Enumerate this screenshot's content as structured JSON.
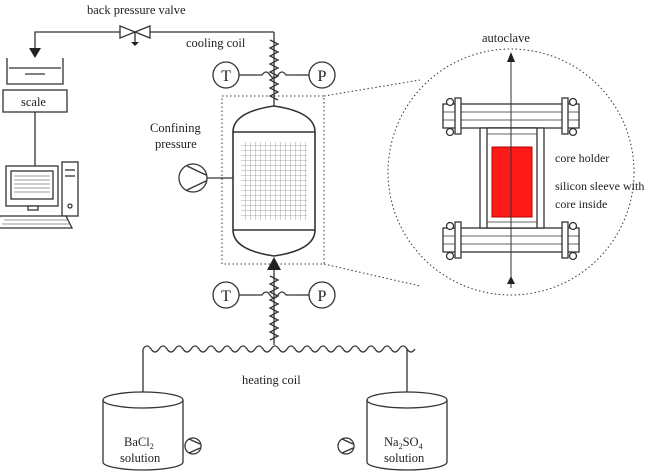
{
  "labels": {
    "back_pressure_valve": "back pressure valve",
    "cooling_coil": "cooling coil",
    "autoclave": "autoclave",
    "scale": "scale",
    "confining_1": "Confining",
    "confining_2": "pressure",
    "core_holder": "core holder",
    "sleeve_1": "silicon sleeve with",
    "sleeve_2": "core inside",
    "heating_coil": "heating coil",
    "bacl2_1": "BaCl",
    "bacl2_sub": "2",
    "bacl2_2": "solution",
    "na2so4_pre": "Na",
    "na2so4_sub1": "2",
    "na2so4_mid": "SO",
    "na2so4_sub2": "4",
    "na2so4_2": "solution",
    "gauge_t_top": "T",
    "gauge_p_top": "P",
    "gauge_t_bottom": "T",
    "gauge_p_bottom": "P"
  },
  "colors": {
    "line": "#333333",
    "core": "#ff1a1a"
  }
}
